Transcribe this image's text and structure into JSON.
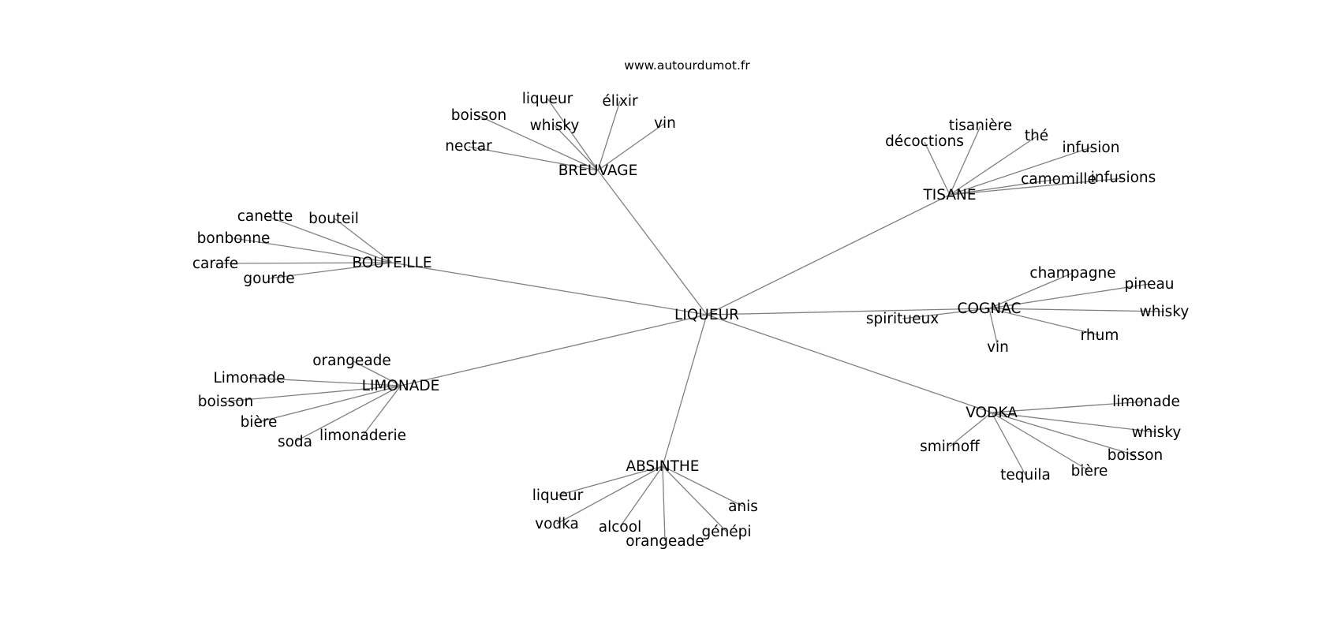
{
  "source": "www.autourdumot.fr",
  "graph": {
    "root": "LIQUEUR",
    "edge_color": "#808080",
    "clusters": [
      {
        "id": "breuvage",
        "label": "BREUVAGE",
        "leaves": [
          "liqueur",
          "élixir",
          "boisson",
          "whisky",
          "vin",
          "nectar"
        ]
      },
      {
        "id": "tisane",
        "label": "TISANE",
        "leaves": [
          "tisanière",
          "décoctions",
          "thé",
          "infusion",
          "camomille",
          "infusions"
        ]
      },
      {
        "id": "bouteille",
        "label": "BOUTEILLE",
        "leaves": [
          "canette",
          "bouteil",
          "bonbonne",
          "carafe",
          "gourde"
        ]
      },
      {
        "id": "cognac",
        "label": "COGNAC",
        "leaves": [
          "champagne",
          "pineau",
          "whisky",
          "spiritueux",
          "rhum",
          "vin"
        ]
      },
      {
        "id": "limonade",
        "label": "LIMONADE",
        "leaves": [
          "orangeade",
          "Limonade",
          "boisson",
          "bière",
          "soda",
          "limonaderie"
        ]
      },
      {
        "id": "vodka",
        "label": "VODKA",
        "leaves": [
          "limonade",
          "whisky",
          "smirnoff",
          "boisson",
          "bière",
          "tequila"
        ]
      },
      {
        "id": "absinthe",
        "label": "ABSINTHE",
        "leaves": [
          "liqueur",
          "anis",
          "vodka",
          "alcool",
          "génépi",
          "orangeade"
        ]
      }
    ]
  }
}
